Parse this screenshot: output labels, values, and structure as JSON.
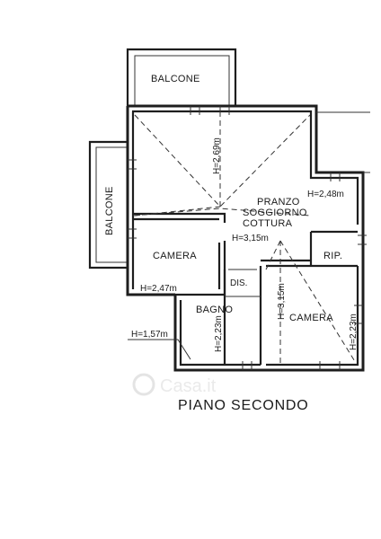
{
  "rooms": {
    "balcone_top": "BALCONE",
    "balcone_left": "BALCONE",
    "pranzo_1": "PRANZO",
    "pranzo_2": "SOGGIORNO",
    "pranzo_3": "COTTURA",
    "camera_left": "CAMERA",
    "camera_right": "CAMERA",
    "dis": "DIS.",
    "bagno": "BAGNO",
    "rip": "RIP."
  },
  "heights": {
    "pranzo_vertical": "H=2,69m",
    "pranzo_right": "H=2,48m",
    "corridor": "H=3,15m",
    "camera_left": "H=2,47m",
    "camera_right_vertical": "H=3,15m",
    "bagno_vertical": "H=2,23m",
    "camera_right_side": "H=2,23m",
    "outside": "H=1,57m"
  },
  "title": "PIANO SECONDO",
  "watermark": "Casa.it"
}
